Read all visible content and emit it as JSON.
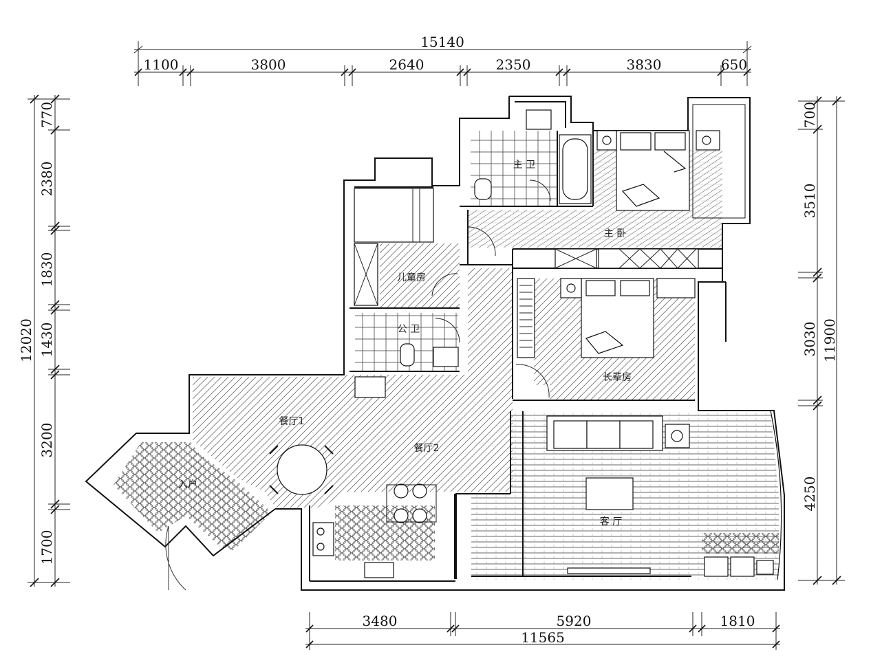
{
  "dimensions": {
    "top_total": "15140",
    "top_segments": [
      "1100",
      "3800",
      "2640",
      "2350",
      "3830",
      "650"
    ],
    "left_total": "12020",
    "left_segments": [
      "770",
      "2380",
      "1830",
      "1430",
      "3200",
      "1700"
    ],
    "right_total": "11900",
    "right_segments": [
      "700",
      "3510",
      "3030",
      "4250"
    ],
    "bottom_total": "11565",
    "bottom_segments": [
      "3480",
      "5920",
      "1810"
    ]
  },
  "rooms": {
    "master_bath": "主 卫",
    "master_bedroom": "主 卧",
    "kids_room": "儿童房",
    "public_bath": "公 卫",
    "elder_room": "长辈房",
    "dining_1": "餐厅1",
    "dining_2": "餐厅2",
    "entry": "入户",
    "living_room": "客 厅"
  },
  "colors": {
    "line": "#111111",
    "hatch": "#6e6e6e",
    "background": "#ffffff"
  }
}
